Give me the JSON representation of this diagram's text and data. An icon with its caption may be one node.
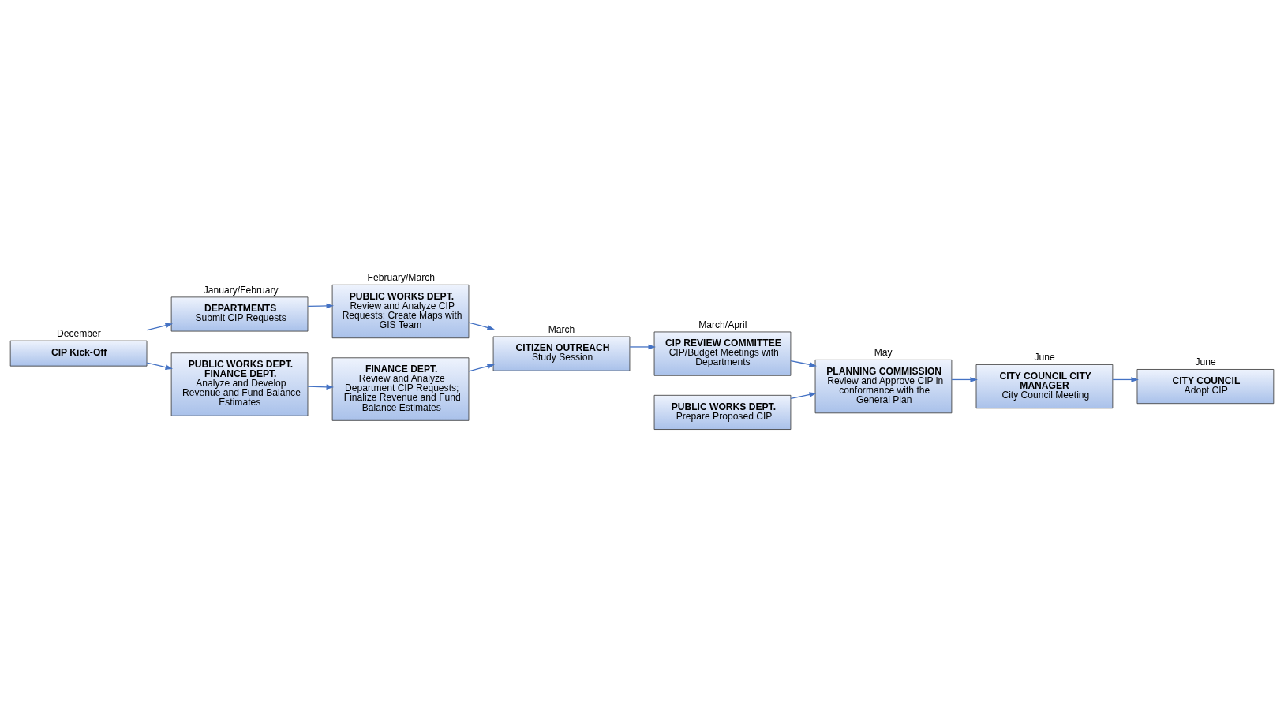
{
  "diagram": {
    "nodes": [
      {
        "text": [
          "CIP Kick-Off"
        ],
        "beside": [
          "December"
        ]
      },
      {
        "text": [
          "DEPARTMENTS",
          "Submit CIP Requests"
        ],
        "beside": [
          "January/February"
        ]
      },
      {
        "text": [
          "PUBLIC WORKS DEPT. FINANCE DEPT.",
          "Analyze and Develop Revenue and Fund Balance Estimates"
        ]
      },
      {
        "text": [
          "PUBLIC WORKS DEPT.",
          "Review and Analyze CIP Requests; Create Maps with GIS Team"
        ],
        "beside": [
          "February/March"
        ]
      },
      {
        "text": [
          "FINANCE DEPT.",
          "Review and Analyze Department CIP Requests; Finalize Revenue and Fund Balance Estimates"
        ]
      },
      {
        "text": [
          "CITIZEN OUTREACH",
          "Study Session"
        ],
        "beside": [
          "March"
        ]
      },
      {
        "text": [
          "CIP REVIEW COMMITTEE",
          "CIP/Budget Meetings with Departments"
        ],
        "beside": [
          "March/April"
        ]
      },
      {
        "text": [
          "PUBLIC WORKS DEPT.",
          "Prepare Proposed CIP"
        ]
      },
      {
        "text": [
          "PLANNING COMMISSION",
          "Review and Approve CIP in conformance with the General Plan"
        ],
        "beside": [
          "May"
        ]
      },
      {
        "text": [
          "CITY COUNCIL CITY MANAGER",
          "City Council Meeting"
        ],
        "beside": [
          "June"
        ]
      },
      {
        "text": [
          "CITY COUNCIL",
          "Adopt CIP"
        ],
        "beside": [
          "June"
        ]
      }
    ],
    "edges": [
      {
        "from": 0,
        "to": 1,
        "arrow": "to"
      },
      {
        "from": 0,
        "to": 2,
        "arrow": "to"
      },
      {
        "from": 1,
        "to": 3,
        "arrow": "to"
      },
      {
        "from": 2,
        "to": 4,
        "arrow": "to"
      },
      {
        "from": 3,
        "to": 5,
        "arrow": "to"
      },
      {
        "from": 4,
        "to": 5,
        "arrow": "to"
      },
      {
        "from": 5,
        "to": 6,
        "arrow": "to"
      },
      {
        "from": 6,
        "to": 8,
        "arrow": "to"
      },
      {
        "from": 7,
        "to": 8,
        "arrow": "to"
      },
      {
        "from": 8,
        "to": 9,
        "arrow": "to"
      },
      {
        "from": 9,
        "to": 10,
        "arrow": "to"
      }
    ]
  }
}
